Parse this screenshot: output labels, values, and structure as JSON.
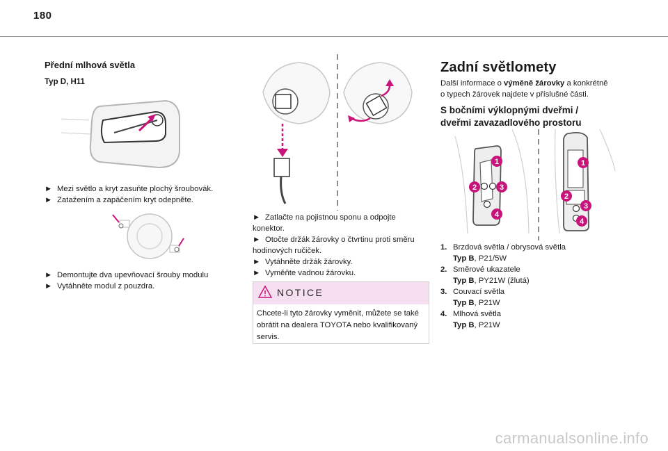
{
  "page_number": "180",
  "left": {
    "heading": "Přední mlhová světla",
    "type_label": "Typ D, H11",
    "steps_a": [
      "Mezi světlo a kryt zasuňte plochý šroubovák.",
      "Zatažením a zapáčením kryt odepněte."
    ],
    "steps_b": [
      "Demontujte dva upevňovací šrouby modulu",
      "Vytáhněte modul z pouzdra."
    ]
  },
  "middle": {
    "steps_line1": "Zatlačte na pojistnou sponu a odpojte",
    "steps_line1b": "konektor.",
    "steps_line2": "Otočte držák žárovky o čtvrtinu proti směru",
    "steps_line2b": "hodinových ručiček.",
    "steps_line3": "Vytáhněte držák žárovky.",
    "steps_line4": "Vyměňte vadnou žárovku.",
    "notice_title": "NOTICE",
    "notice_text": "Chcete-li tyto žárovky vyměnit, můžete se také obrátit na dealera TOYOTA nebo kvalifikovaný servis."
  },
  "right": {
    "heading": "Zadní světlomety",
    "intro_pre": "Další informace o ",
    "intro_bold": "výměně žárovky",
    "intro_post": " a konkrétně",
    "intro_line2": "o typech žárovek najdete v příslušné části.",
    "subheading": "S bočními výklopnými dveřmi / dveřmi zavazadlového prostoru",
    "items": [
      {
        "num": "1.",
        "name": "Brzdová světla / obrysová světla",
        "type_bold": "Typ B",
        "type_rest": ", P21/5W"
      },
      {
        "num": "2.",
        "name": "Směrové ukazatele",
        "type_bold": "Typ B",
        "type_rest": ", PY21W (žlutá)"
      },
      {
        "num": "3.",
        "name": "Couvací světla",
        "type_bold": "Typ B",
        "type_rest": ", P21W"
      },
      {
        "num": "4.",
        "name": "Mlhová světla",
        "type_bold": "Typ B",
        "type_rest": ", P21W"
      }
    ],
    "badges": [
      "1",
      "2",
      "3",
      "4"
    ]
  },
  "bullet_marker": "►",
  "watermark": "carmanualsonline.info",
  "colors": {
    "accent": "#c8147a",
    "rule": "#9a9a9a",
    "notice_bg": "#f6dff0"
  }
}
